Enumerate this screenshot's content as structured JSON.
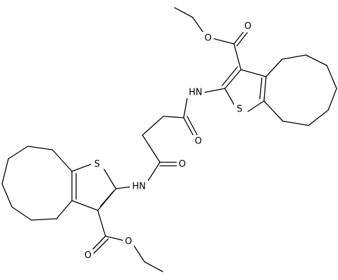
{
  "molecule": {
    "atoms": {
      "o_top_ether": "O",
      "o_top_carbonyl": "O",
      "nh_top": "HN",
      "s_top": "S",
      "o_amide_top": "O",
      "o_amide_bottom": "O",
      "s_bottom": "S",
      "nh_bottom": "HN",
      "o_bottom_ether": "O",
      "o_bottom_carbonyl": "O"
    }
  }
}
